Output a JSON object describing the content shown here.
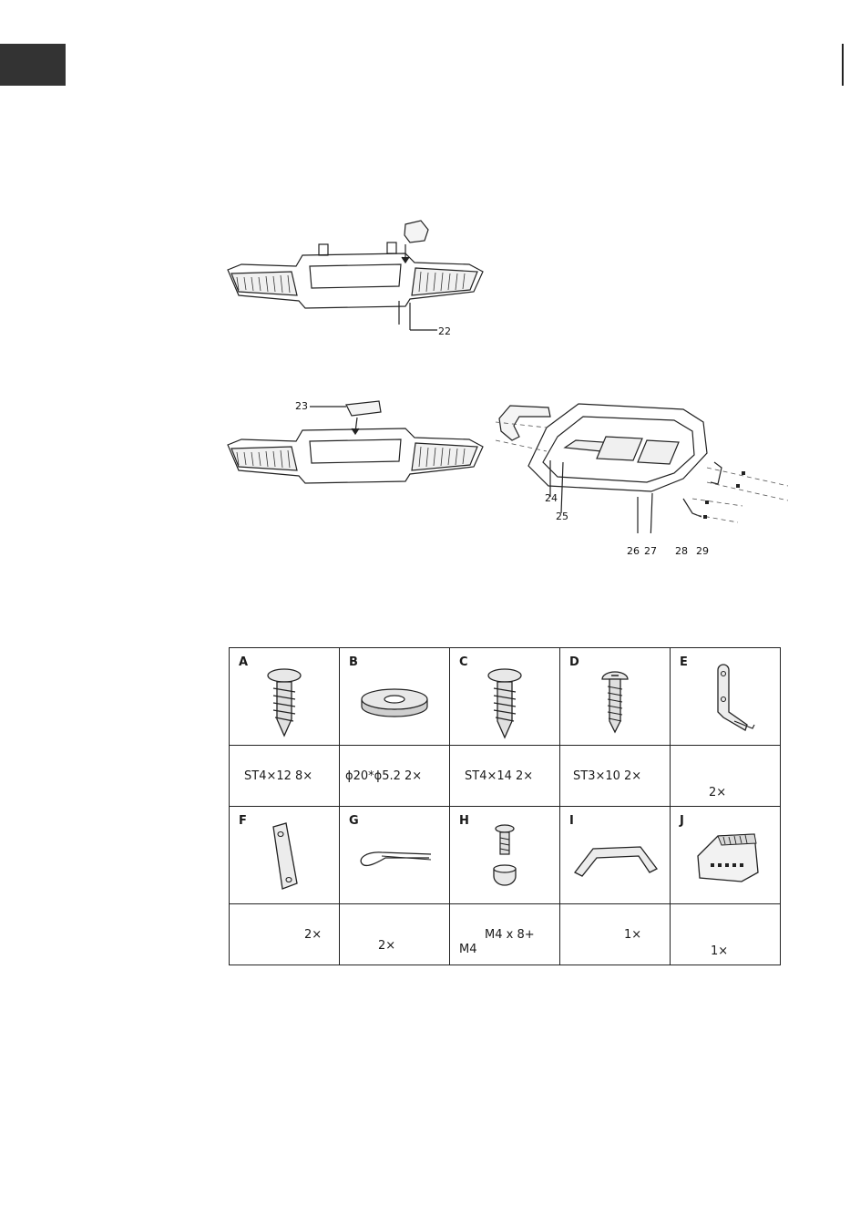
{
  "callouts": {
    "c22": "22",
    "c23": "23",
    "c24": "24",
    "c25": "25",
    "c26": "26",
    "c27": "27",
    "c28": "28",
    "c29": "29"
  },
  "parts": [
    {
      "letter": "A",
      "icon": "screw-icon",
      "qty": "ST4×12  8×"
    },
    {
      "letter": "B",
      "icon": "washer-icon",
      "qty": "ϕ20*ϕ5.2  2×"
    },
    {
      "letter": "C",
      "icon": "screw-icon",
      "qty": "ST4×14  2×"
    },
    {
      "letter": "D",
      "icon": "screw-icon",
      "qty": "ST3×10  2×"
    },
    {
      "letter": "E",
      "icon": "bracket-icon",
      "qty": "2×"
    },
    {
      "letter": "F",
      "icon": "plate-icon",
      "qty": "2×"
    },
    {
      "letter": "G",
      "icon": "cotter-pin-icon",
      "qty": "2×"
    },
    {
      "letter": "H",
      "icon": "bolt-nut-icon",
      "qty_line1": "M4 x 8+",
      "qty_line2": "M4"
    },
    {
      "letter": "I",
      "icon": "handle-icon",
      "qty": "1×"
    },
    {
      "letter": "J",
      "icon": "grill-icon",
      "qty": "1×"
    }
  ]
}
